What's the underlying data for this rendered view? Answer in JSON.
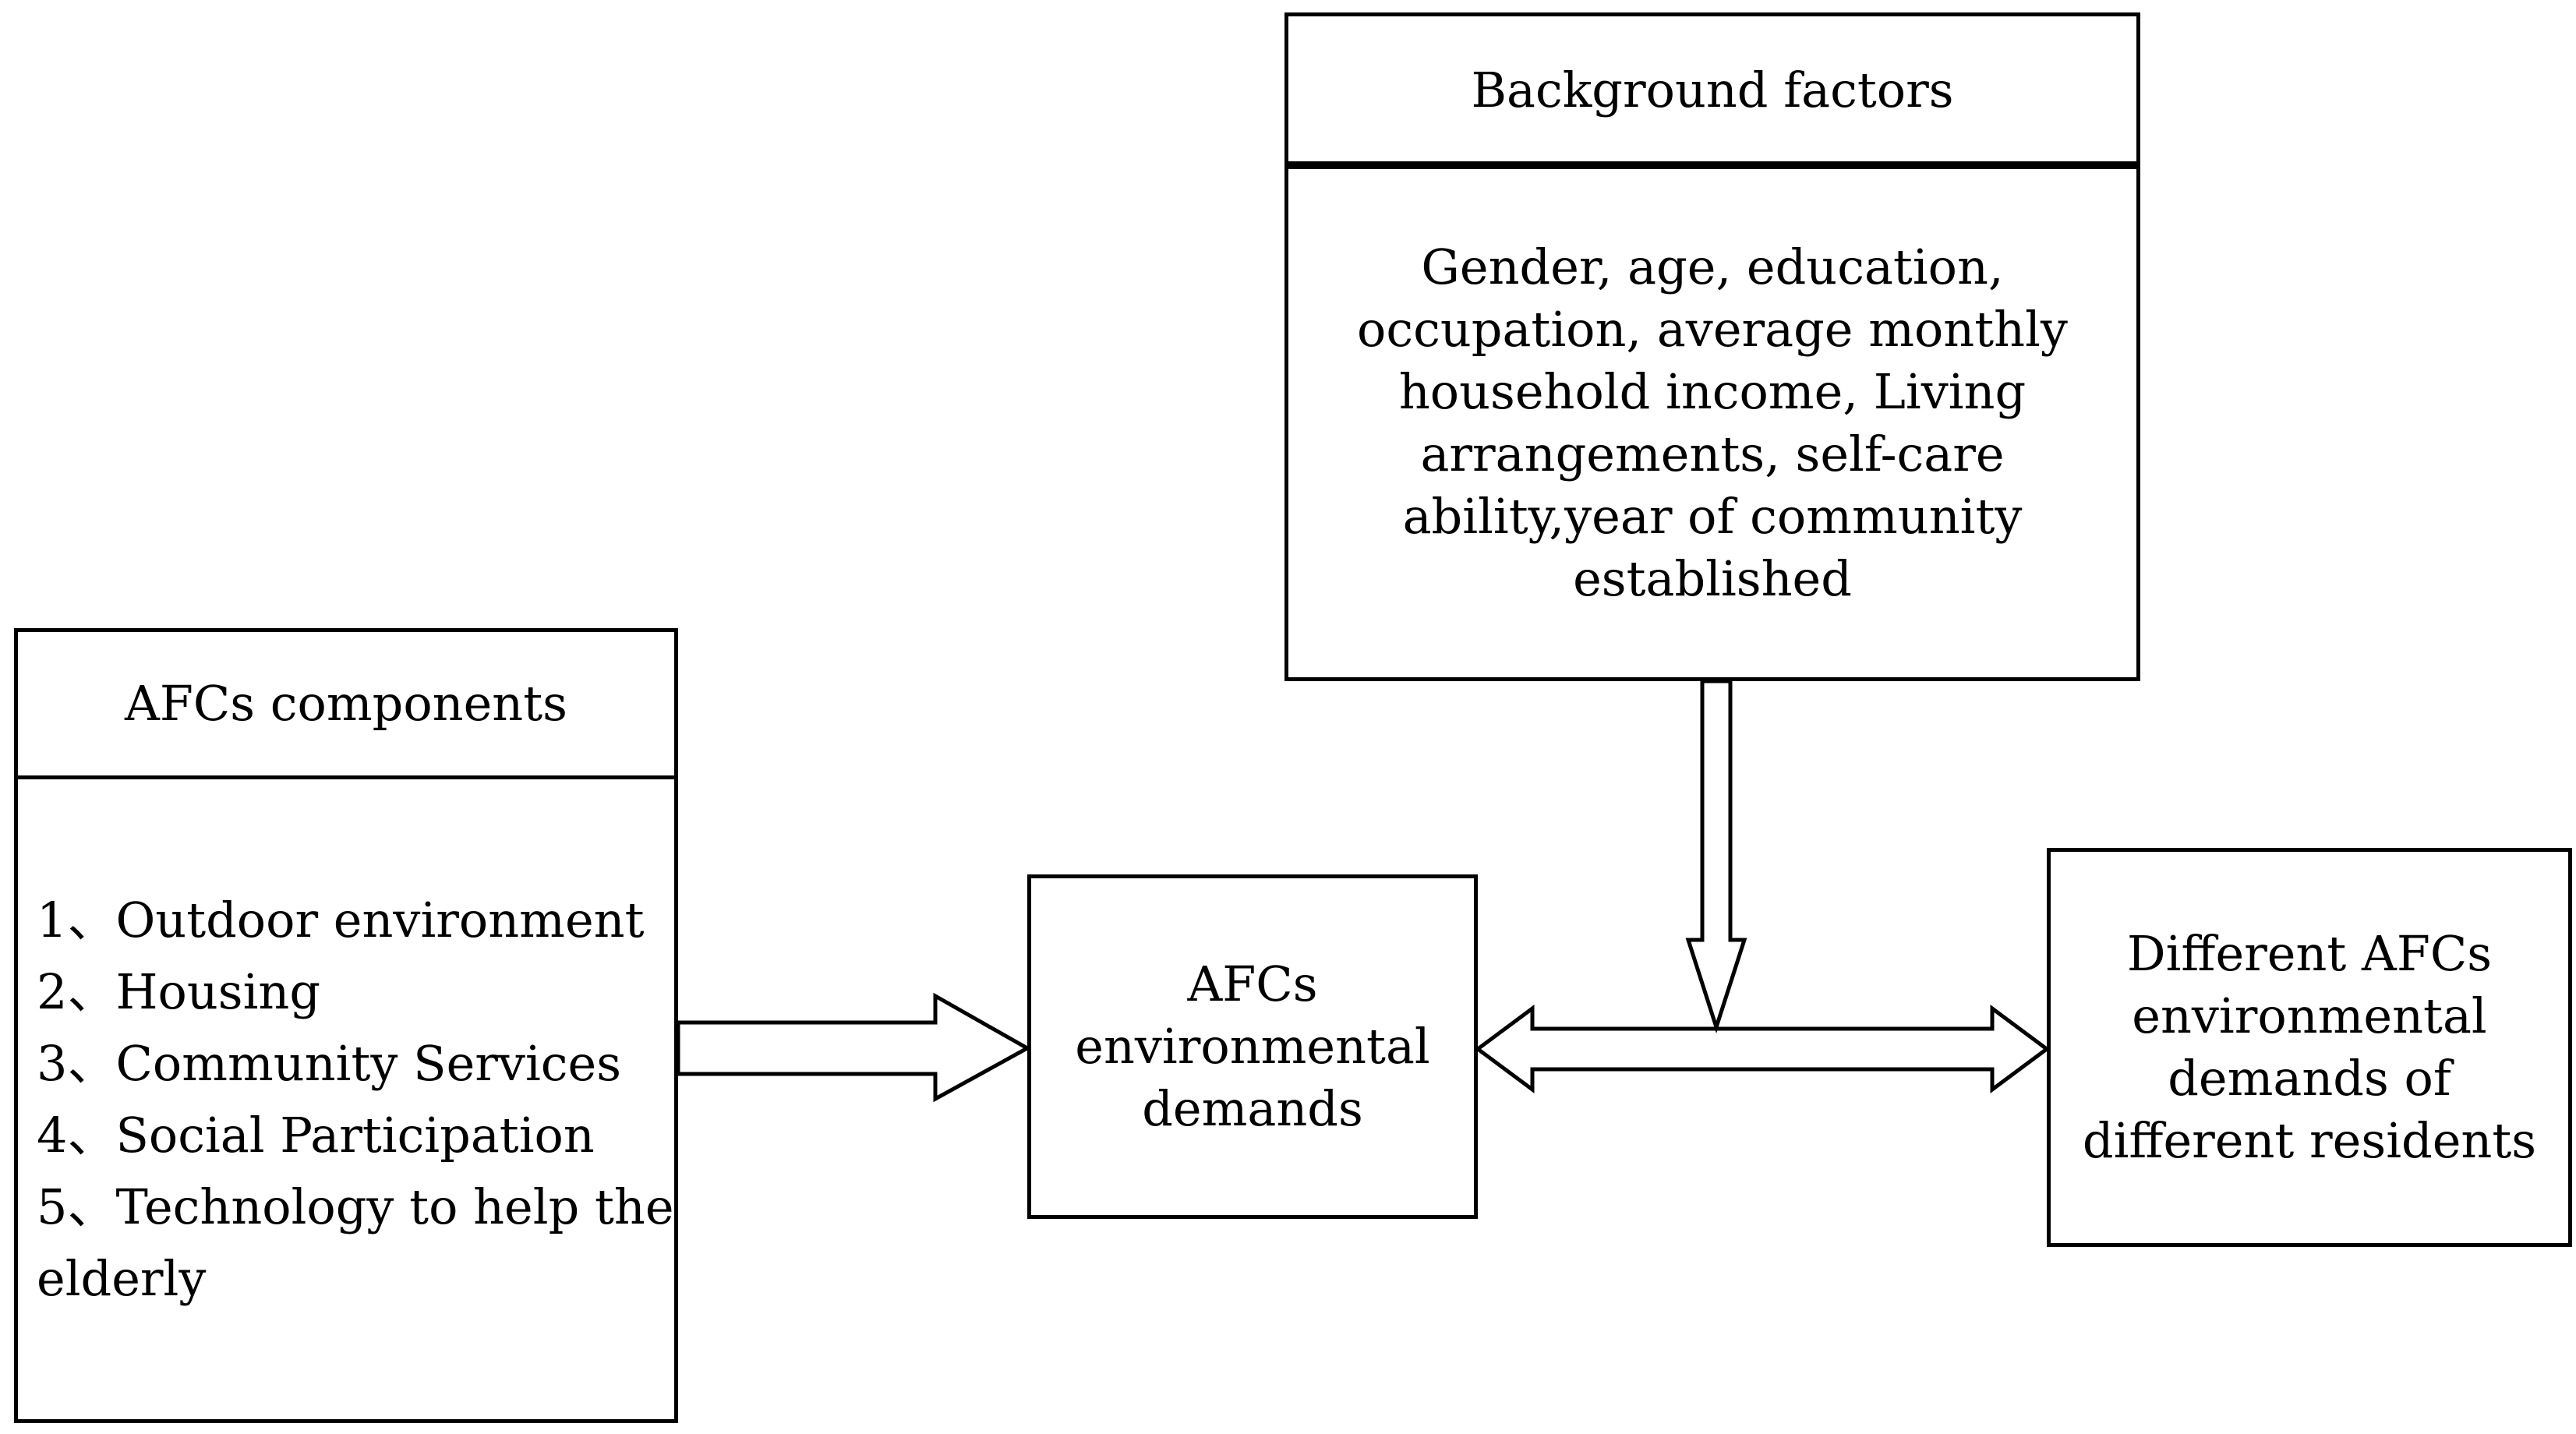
{
  "background_box": {
    "title": "Background factors",
    "lines": [
      "Gender, age, education,",
      "occupation, average monthly",
      "household income, Living",
      "arrangements, self-care",
      "ability,year of community",
      "established"
    ]
  },
  "components_box": {
    "title": "AFCs components",
    "lines": [
      "1、Outdoor environment",
      "2、Housing",
      "3、Community Services",
      "4、Social Participation",
      "5、Technology to help the",
      "elderly"
    ]
  },
  "demands_box": {
    "lines": [
      "AFCs",
      "environmental",
      "demands"
    ]
  },
  "result_box": {
    "lines": [
      "Different AFCs",
      "environmental",
      "demands of",
      "different residents"
    ]
  }
}
